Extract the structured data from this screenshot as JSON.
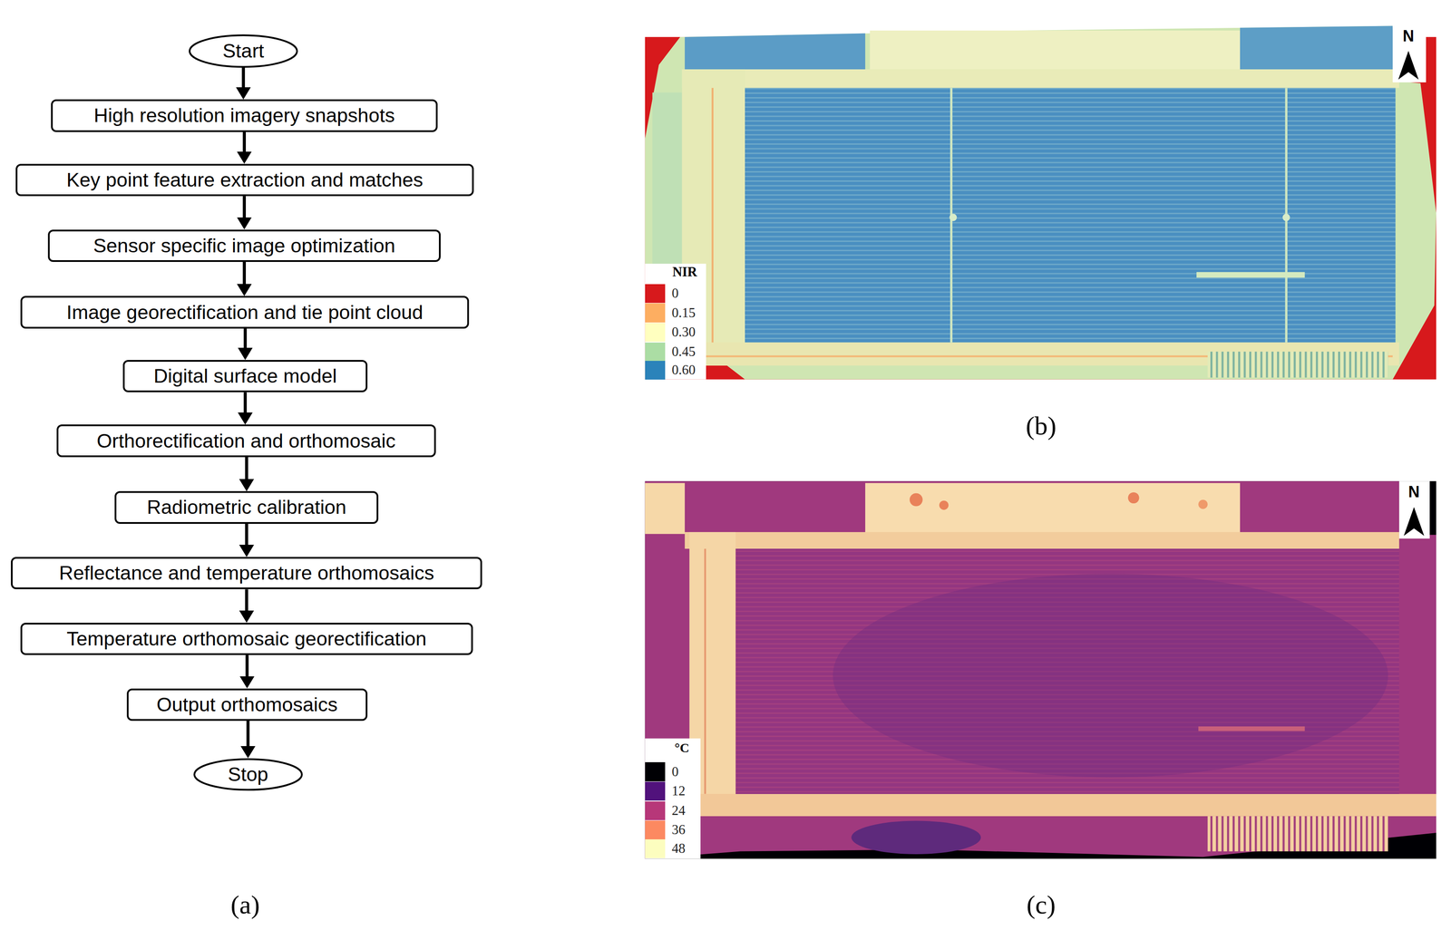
{
  "diagram": {
    "nodes": [
      {
        "text": [
          "Start"
        ]
      },
      {
        "text": [
          "High resolution imagery snapshots"
        ]
      },
      {
        "text": [
          "Key point feature extraction and matches"
        ]
      },
      {
        "text": [
          "Sensor specific image optimization"
        ]
      },
      {
        "text": [
          "Image georectification and tie point cloud"
        ]
      },
      {
        "text": [
          "Digital surface model"
        ]
      },
      {
        "text": [
          "Orthorectification and orthomosaic"
        ]
      },
      {
        "text": [
          "Radiometric calibration"
        ]
      },
      {
        "text": [
          "Reflectance and temperature orthomosaics"
        ]
      },
      {
        "text": [
          "Temperature orthomosaic georectification"
        ]
      },
      {
        "text": [
          "Output orthomosaics"
        ]
      },
      {
        "text": [
          "Stop"
        ]
      }
    ],
    "edges": [
      {
        "from": 0,
        "to": 1,
        "arrow": "to"
      },
      {
        "from": 1,
        "to": 2,
        "arrow": "to"
      },
      {
        "from": 2,
        "to": 3,
        "arrow": "to"
      },
      {
        "from": 3,
        "to": 4,
        "arrow": "to"
      },
      {
        "from": 4,
        "to": 5,
        "arrow": "to"
      },
      {
        "from": 5,
        "to": 6,
        "arrow": "to"
      },
      {
        "from": 6,
        "to": 7,
        "arrow": "to"
      },
      {
        "from": 7,
        "to": 8,
        "arrow": "to"
      },
      {
        "from": 8,
        "to": 9,
        "arrow": "to"
      },
      {
        "from": 9,
        "to": 10,
        "arrow": "to"
      },
      {
        "from": 10,
        "to": 11,
        "arrow": "to"
      }
    ],
    "labels": [
      "(a)",
      "(b)",
      "(c)",
      "N",
      "NIR",
      "N",
      "°C"
    ],
    "legend": [
      {
        "text": "0",
        "color": "#d7191c"
      },
      {
        "text": "0.15",
        "color": "#fdae61"
      },
      {
        "text": "0.30",
        "color": "#ffffbf"
      },
      {
        "text": "0.45",
        "color": "#abdda4"
      },
      {
        "text": "0.60",
        "color": "#2b83ba"
      },
      {
        "text": "0",
        "color": "#000004"
      },
      {
        "text": "12",
        "color": "#51127c"
      },
      {
        "text": "24",
        "color": "#b73779"
      },
      {
        "text": "36",
        "color": "#fc8961"
      },
      {
        "text": "48",
        "color": "#fcfdbf"
      }
    ]
  }
}
